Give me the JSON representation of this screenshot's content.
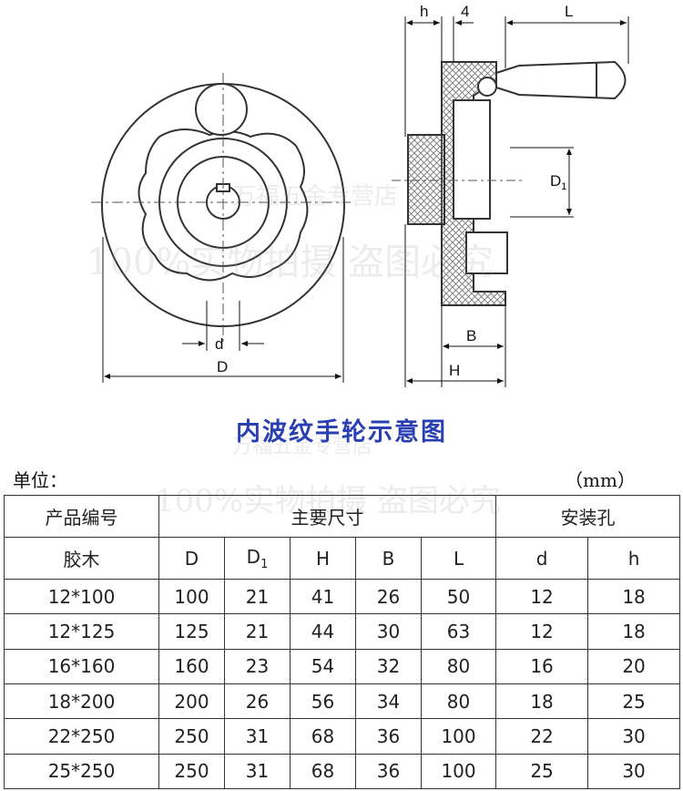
{
  "drawing": {
    "labels": {
      "h": "h",
      "four": "4",
      "L": "L",
      "D1": "D",
      "D1_sub": "1",
      "d": "d",
      "D": "D",
      "B": "B",
      "H": "H"
    }
  },
  "title": "内波纹手轮示意图",
  "unit": {
    "label": "单位：",
    "value": "（mm）"
  },
  "table": {
    "group_headers": {
      "product": "产品编号",
      "main": "主要尺寸",
      "mount": "安装孔"
    },
    "columns": [
      "胶木",
      "D",
      "D",
      "H",
      "B",
      "L",
      "d",
      "h"
    ],
    "d1_sub": "1",
    "rows": [
      [
        "12*100",
        "100",
        "21",
        "41",
        "26",
        "50",
        "12",
        "18"
      ],
      [
        "12*125",
        "125",
        "21",
        "44",
        "30",
        "63",
        "12",
        "18"
      ],
      [
        "16*160",
        "160",
        "23",
        "54",
        "32",
        "80",
        "16",
        "20"
      ],
      [
        "18*200",
        "200",
        "26",
        "56",
        "34",
        "80",
        "18",
        "25"
      ],
      [
        "22*250",
        "250",
        "31",
        "68",
        "36",
        "100",
        "22",
        "30"
      ],
      [
        "25*250",
        "250",
        "31",
        "68",
        "36",
        "100",
        "25",
        "30"
      ]
    ]
  },
  "watermarks": [
    "万福五金专营店",
    "100%实物拍摄 盗图必究"
  ],
  "colors": {
    "title": "#2a3fb0",
    "line": "#333333"
  }
}
